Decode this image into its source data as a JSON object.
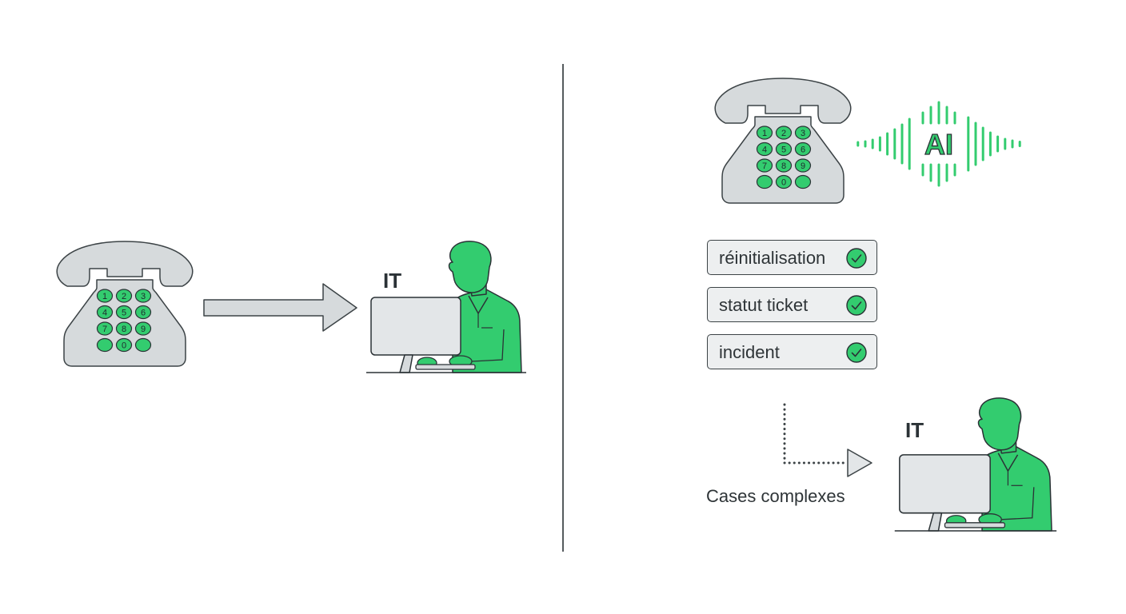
{
  "colors": {
    "accent_green": "#33cc6f",
    "outline": "#3c4346",
    "phone_gray": "#d6dadc",
    "screen_gray": "#e3e6e8",
    "text": "#2e3437"
  },
  "left_panel": {
    "it_label": "IT",
    "phone_keys": [
      "1",
      "2",
      "3",
      "4",
      "5",
      "6",
      "7",
      "8",
      "9",
      "",
      "0",
      ""
    ],
    "icons": [
      "telephone-icon",
      "arrow-right-icon",
      "it-technician-icon"
    ]
  },
  "right_panel": {
    "ai_label": "AI",
    "phone_keys": [
      "1",
      "2",
      "3",
      "4",
      "5",
      "6",
      "7",
      "8",
      "9",
      "",
      "0",
      ""
    ],
    "actions": [
      {
        "label": "réinitialisation",
        "icon": "check-circle-icon"
      },
      {
        "label": "statut ticket",
        "icon": "check-circle-icon"
      },
      {
        "label": "incident",
        "icon": "check-circle-icon"
      }
    ],
    "escalation_label": "Cases complexes",
    "it_label": "IT",
    "icons": [
      "telephone-icon",
      "ai-voice-wave-icon",
      "dotted-arrow-icon",
      "it-technician-icon"
    ]
  }
}
